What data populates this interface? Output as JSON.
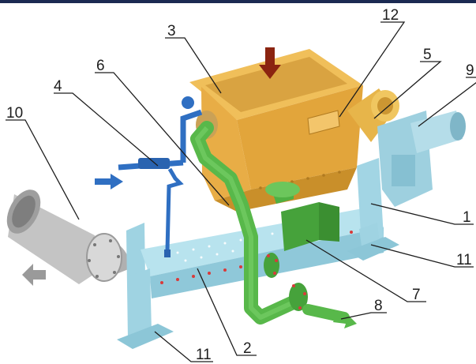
{
  "diagram": {
    "callouts": [
      {
        "id": "c1",
        "text": "1"
      },
      {
        "id": "c2",
        "text": "2"
      },
      {
        "id": "c3",
        "text": "3"
      },
      {
        "id": "c4",
        "text": "4"
      },
      {
        "id": "c5",
        "text": "5"
      },
      {
        "id": "c6",
        "text": "6"
      },
      {
        "id": "c7",
        "text": "7"
      },
      {
        "id": "c8",
        "text": "8"
      },
      {
        "id": "c9",
        "text": "9"
      },
      {
        "id": "c10",
        "text": "10"
      },
      {
        "id": "c11a",
        "text": "11"
      },
      {
        "id": "c11b",
        "text": "11"
      },
      {
        "id": "c12",
        "text": "12"
      }
    ],
    "colors": {
      "header": "#1b2a52",
      "hopper": "#e0a83e",
      "hopper_dark": "#b07a20",
      "trough": "#a9dbe8",
      "trough_dark": "#6fb2c6",
      "pipe_green": "#58b84a",
      "pipe_green_dark": "#2f8a2a",
      "pipe_blue": "#2f6fc2",
      "outlet_grey": "#b9b9b9",
      "inlet_arrow": "#8b2410",
      "flange_bolt": "#d93a3a",
      "leader_line": "#1d1d1d"
    },
    "icons": {
      "material_inlet": "down-arrow-icon",
      "flow_out": "left-arrow-icon",
      "water_in": "right-arrow-icon",
      "discharge": "down-right-arrow-icon"
    }
  }
}
